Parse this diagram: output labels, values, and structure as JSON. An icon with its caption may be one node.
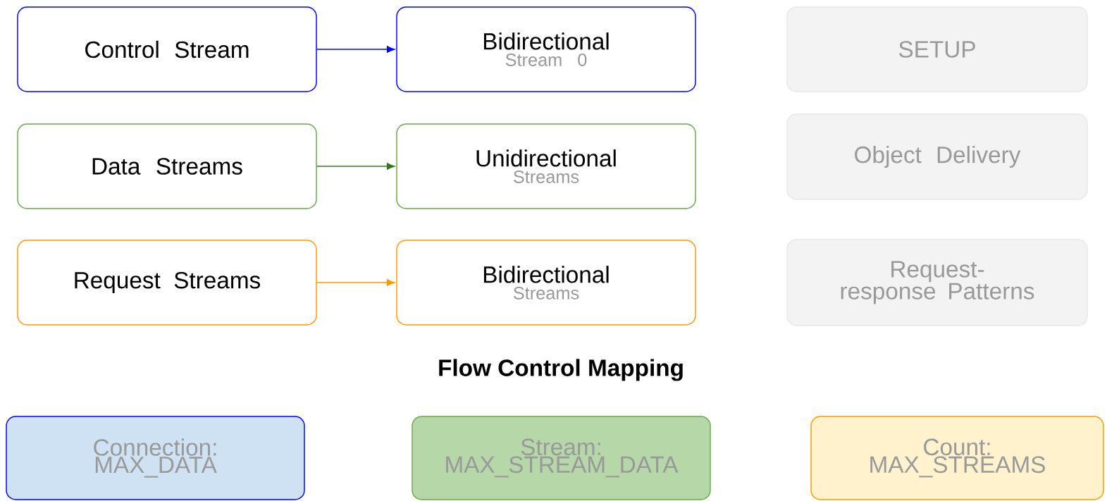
{
  "diagram": {
    "nodes": [
      {
        "text": [
          "Control Stream"
        ]
      },
      {
        "text": [
          "Bidirectional",
          "Stream 0"
        ]
      },
      {
        "text": [
          "SETUP"
        ]
      },
      {
        "text": [
          "Data Streams"
        ]
      },
      {
        "text": [
          "Unidirectional",
          "Streams"
        ]
      },
      {
        "text": [
          "Object Delivery"
        ]
      },
      {
        "text": [
          "Request Streams"
        ]
      },
      {
        "text": [
          "Bidirectional",
          "Streams"
        ]
      },
      {
        "text": [
          "Request-response Patterns"
        ]
      },
      {
        "text": [
          "Connection: MAX_DATA"
        ]
      },
      {
        "text": [
          "Stream: MAX_STREAM_DATA"
        ]
      },
      {
        "text": [
          "Count: MAX_STREAMS"
        ]
      }
    ],
    "edges": [
      {
        "from": 0,
        "to": 1,
        "arrow": "to",
        "color": "#0000ff"
      },
      {
        "from": 3,
        "to": 4,
        "arrow": "to",
        "color": "#38761d"
      },
      {
        "from": 6,
        "to": 7,
        "arrow": "to",
        "color": "#ff9900"
      }
    ],
    "labels": [
      "Flow Control Mapping"
    ]
  }
}
